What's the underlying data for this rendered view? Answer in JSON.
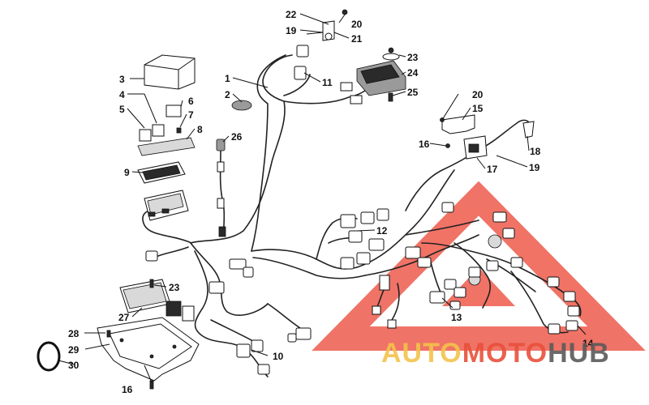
{
  "diagram": {
    "callouts": [
      {
        "id": "c1",
        "text": "1"
      },
      {
        "id": "c2",
        "text": "2"
      },
      {
        "id": "c3",
        "text": "3"
      },
      {
        "id": "c4",
        "text": "4"
      },
      {
        "id": "c5",
        "text": "5"
      },
      {
        "id": "c6",
        "text": "6"
      },
      {
        "id": "c7",
        "text": "7"
      },
      {
        "id": "c8",
        "text": "8"
      },
      {
        "id": "c9",
        "text": "9"
      },
      {
        "id": "c10",
        "text": "10"
      },
      {
        "id": "c11",
        "text": "11"
      },
      {
        "id": "c12",
        "text": "12"
      },
      {
        "id": "c13",
        "text": "13"
      },
      {
        "id": "c14",
        "text": "14"
      },
      {
        "id": "c15",
        "text": "15"
      },
      {
        "id": "c16a",
        "text": "16"
      },
      {
        "id": "c16b",
        "text": "16"
      },
      {
        "id": "c17",
        "text": "17"
      },
      {
        "id": "c18",
        "text": "18"
      },
      {
        "id": "c19a",
        "text": "19"
      },
      {
        "id": "c19b",
        "text": "19"
      },
      {
        "id": "c20a",
        "text": "20"
      },
      {
        "id": "c20b",
        "text": "20"
      },
      {
        "id": "c21",
        "text": "21"
      },
      {
        "id": "c22",
        "text": "22"
      },
      {
        "id": "c23a",
        "text": "23"
      },
      {
        "id": "c23b",
        "text": "23"
      },
      {
        "id": "c24",
        "text": "24"
      },
      {
        "id": "c25",
        "text": "25"
      },
      {
        "id": "c26",
        "text": "26"
      },
      {
        "id": "c27",
        "text": "27"
      },
      {
        "id": "c28",
        "text": "28"
      },
      {
        "id": "c29",
        "text": "29"
      },
      {
        "id": "c30",
        "text": "30"
      }
    ]
  },
  "watermark": {
    "word_auto": "AUTO",
    "word_moto": "MOTO",
    "word_hub": "HUB",
    "colors": {
      "auto": "#f3c24a",
      "moto": "#e8503a",
      "hub": "#5a5a5a",
      "triangle": "#ec4c3c"
    }
  }
}
